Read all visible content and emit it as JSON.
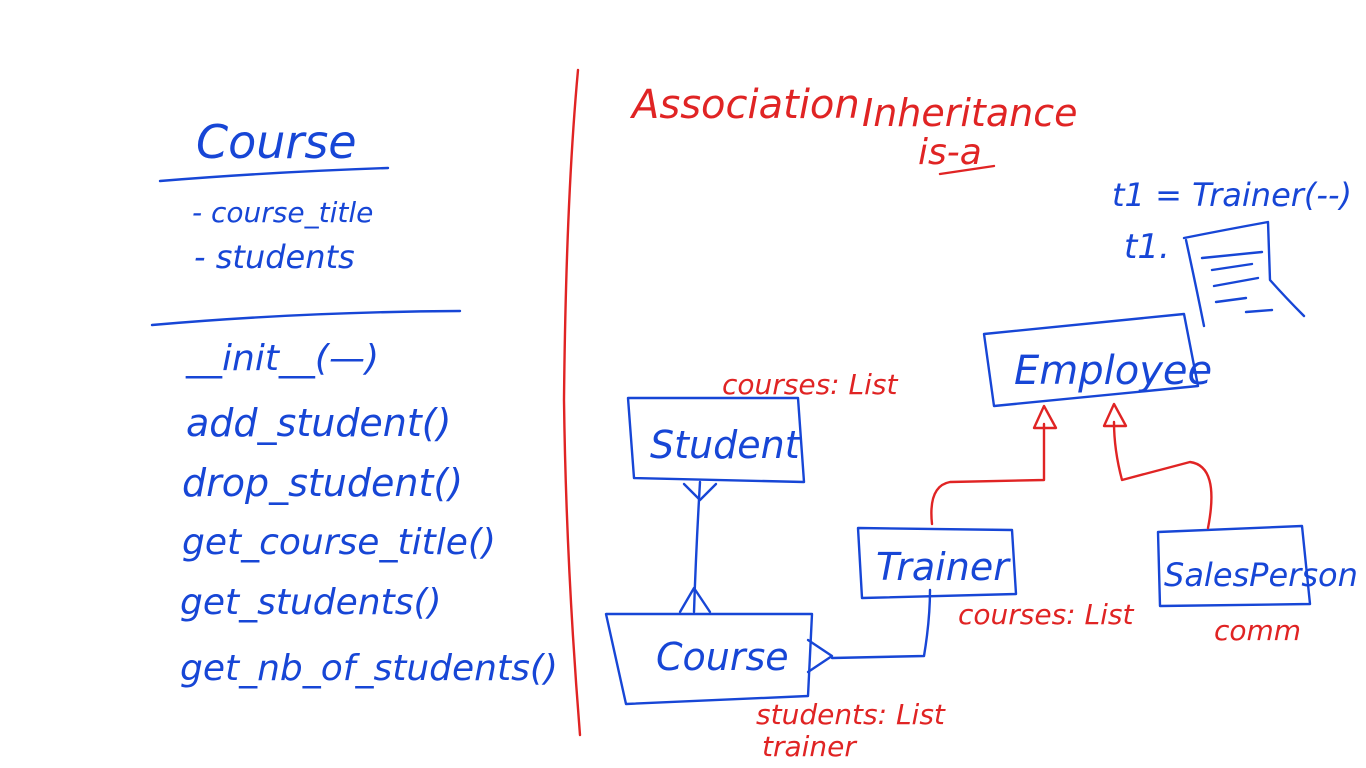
{
  "colors": {
    "ink_blue": "#1746d6",
    "ink_red": "#e02424",
    "background": "#ffffff"
  },
  "class_diagram": {
    "class_name": "Course",
    "attributes": [
      "- course_title",
      "- students"
    ],
    "methods": [
      "__init__(—)",
      "add_student()",
      "drop_student()",
      "get_course_title()",
      "get_students()",
      "get_nb_of_students()"
    ]
  },
  "notes": {
    "association": "Association",
    "inheritance": "Inheritance",
    "is_a": "is-a",
    "t1_assign": "t1 = Trainer(--)",
    "t1_dot": "t1."
  },
  "boxes": {
    "student": "Student",
    "course": "Course",
    "trainer": "Trainer",
    "employee": "Employee",
    "salesperson": "SalesPerson"
  },
  "labels": {
    "student_courses": "courses: List",
    "trainer_courses": "courses: List",
    "course_students": "students: List",
    "course_trainer": "trainer",
    "salesperson_comm": "comm"
  }
}
